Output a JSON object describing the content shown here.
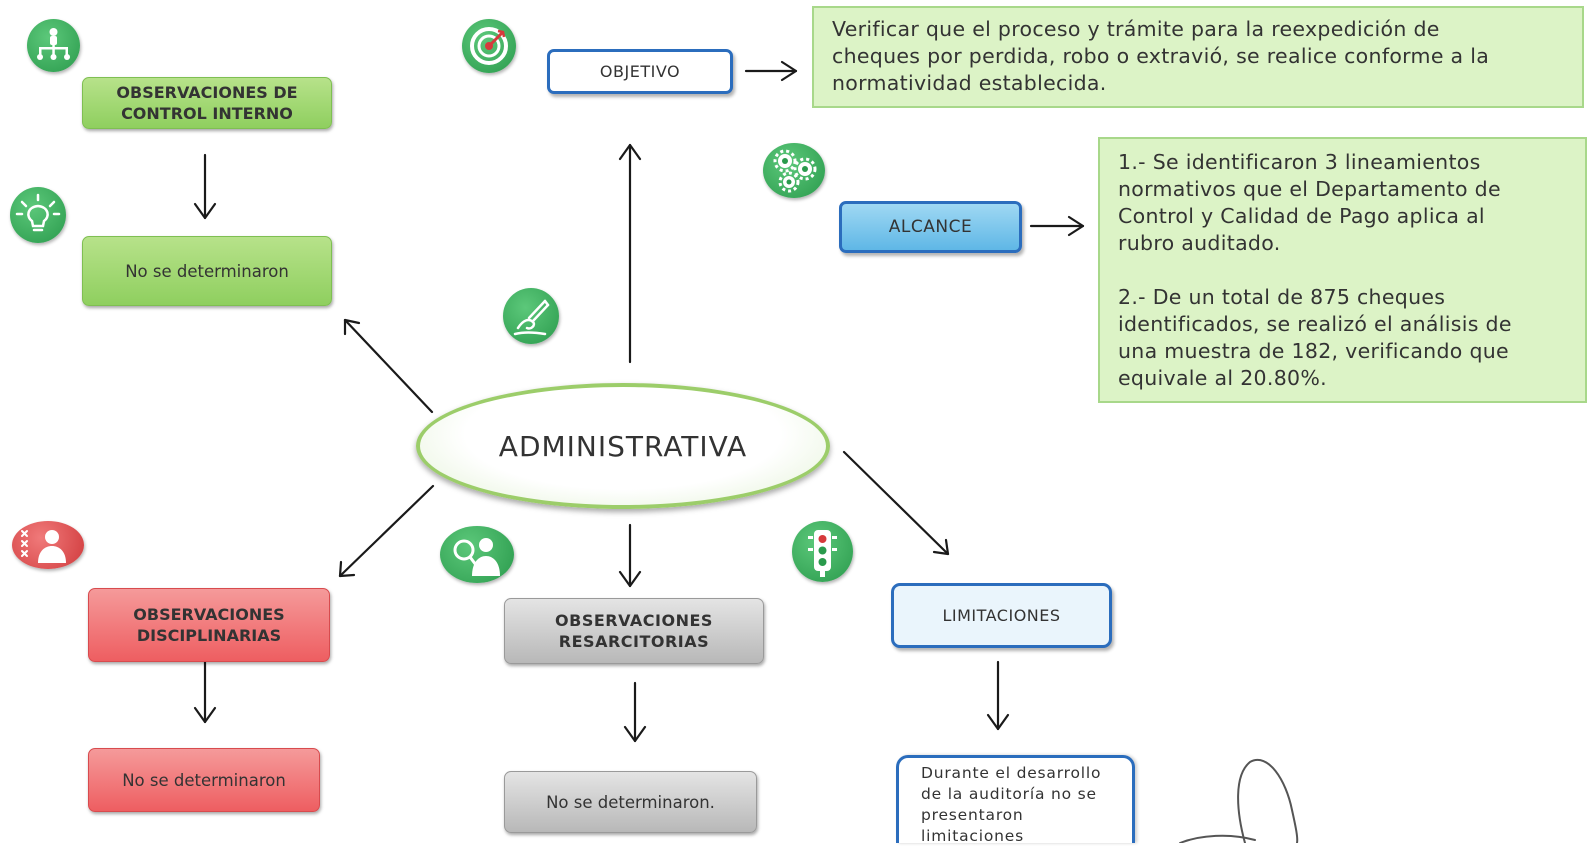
{
  "central": {
    "label": "ADMINISTRATIVA"
  },
  "objetivo": {
    "label": "OBJETIVO",
    "text": "Verificar que el proceso y trámite para la reexpedición de\ncheques por perdida, robo o extravió, se realice conforme a la\nnormatividad establecida."
  },
  "alcance": {
    "label": "ALCANCE",
    "item1_num": "1.-",
    "item1_text": "Se identificaron 3 lineamientos\nnormativos que el Departamento de\nControl y Calidad de Pago aplica al\nrubro auditado.",
    "item2_num": "2.-",
    "item2_text": "De un total de 875 cheques\nidentificados, se realizó el análisis de\nuna muestra de 182, verificando que\nequivale al  20.80%."
  },
  "control_interno": {
    "label": "OBSERVACIONES DE\nCONTROL INTERNO",
    "result": "No se determinaron"
  },
  "disciplinarias": {
    "label": "OBSERVACIONES\nDISCIPLINARIAS",
    "result": "No se determinaron"
  },
  "resarcitorias": {
    "label": "OBSERVACIONES\nRESARCITORIAS",
    "result": "No se determinaron."
  },
  "limitaciones": {
    "label": "LIMITACIONES",
    "result": "Durante el desarrollo\nde la auditoría no se\npresentaron\nlimitaciones"
  },
  "icons": {
    "control_interno": "org-chart-icon",
    "control_interno_result": "lightbulb-icon",
    "objetivo": "target-icon",
    "alcance": "gears-icon",
    "pen": "pen-writing-icon",
    "disciplinarias": "person-with-crosses-icon",
    "resarcitorias": "magnifier-person-icon",
    "limitaciones": "traffic-light-icon"
  },
  "colors": {
    "green": "#8fcf5f",
    "red": "#ee5e61",
    "grey": "#b8b8b8",
    "blue_border": "#2b6dbd",
    "blue_fill": "#5fb7e6",
    "panel": "#dcf3c6"
  }
}
